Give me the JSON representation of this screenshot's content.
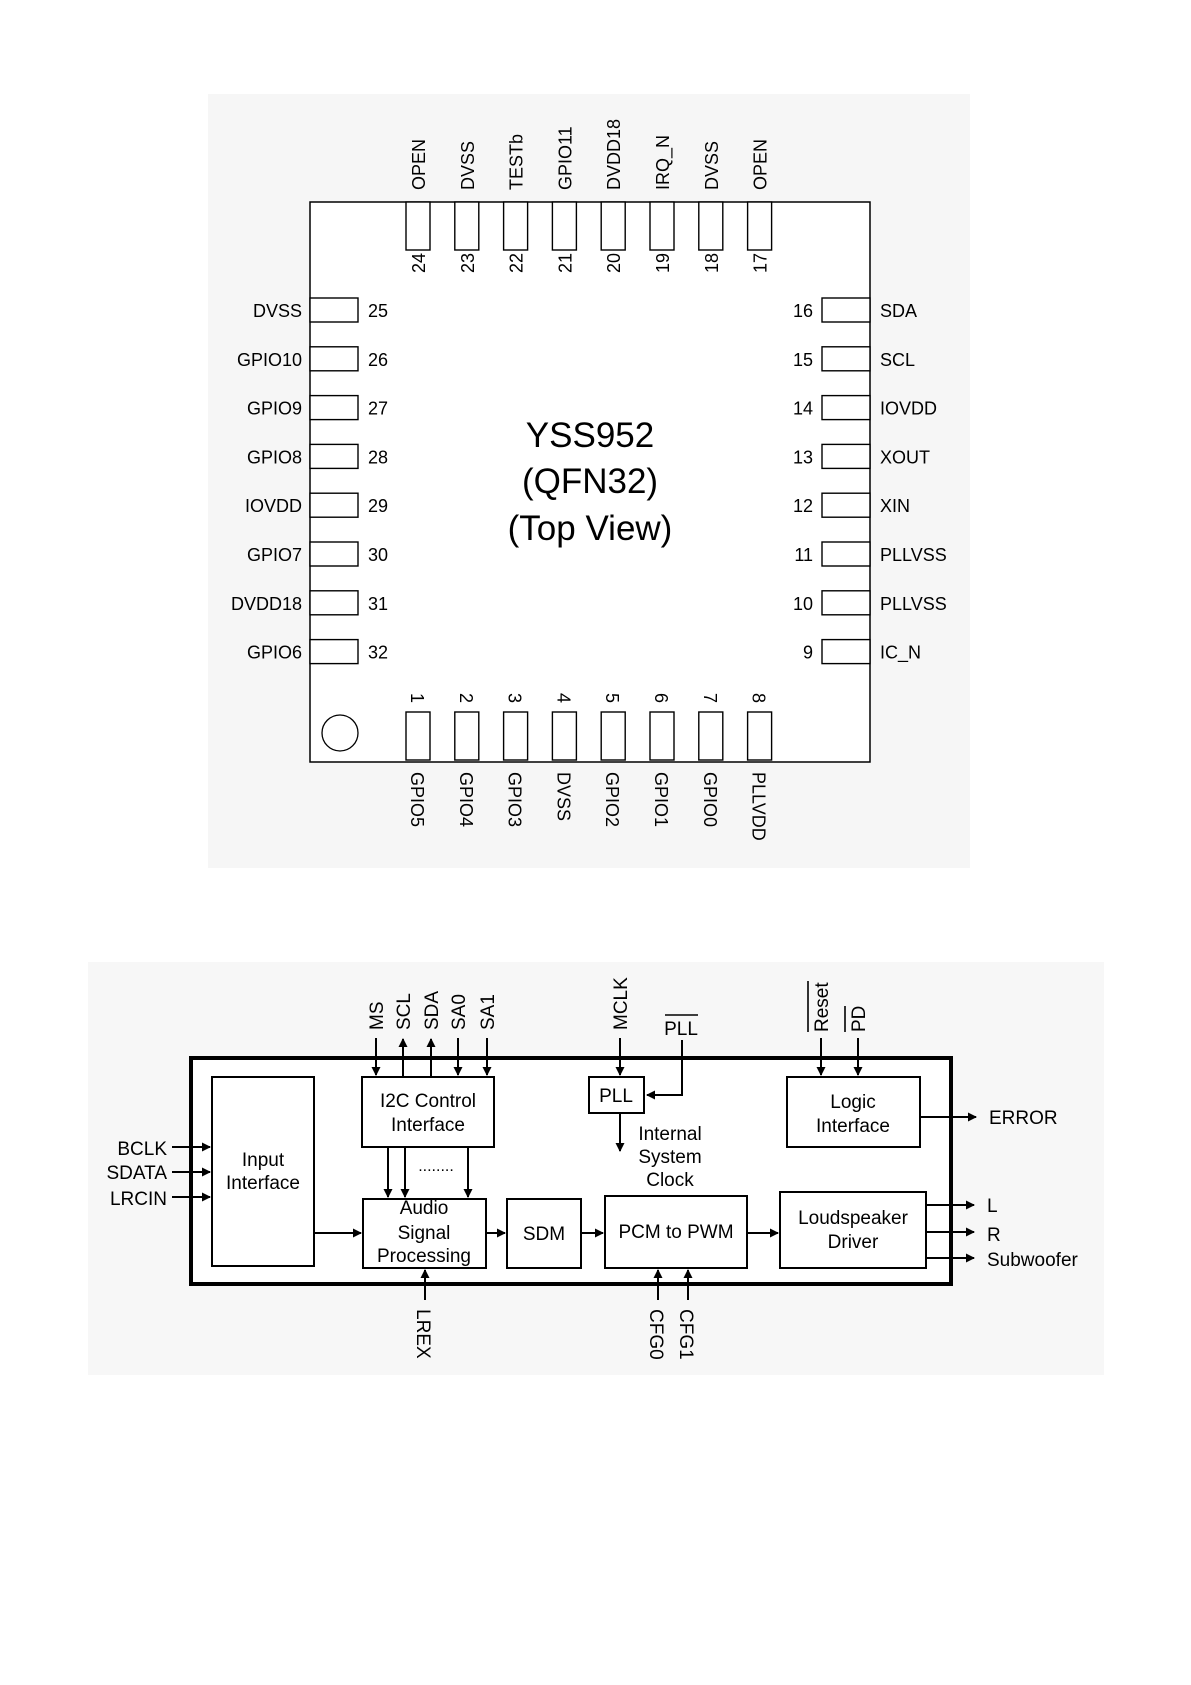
{
  "pinout": {
    "chip_name": "YSS952",
    "package": "(QFN32)",
    "view": "(Top View)",
    "top_pins": [
      {
        "num": "24",
        "name": "OPEN"
      },
      {
        "num": "23",
        "name": "DVSS"
      },
      {
        "num": "22",
        "name": "TESTb"
      },
      {
        "num": "21",
        "name": "GPIO11"
      },
      {
        "num": "20",
        "name": "DVDD18"
      },
      {
        "num": "19",
        "name": "IRQ_N"
      },
      {
        "num": "18",
        "name": "DVSS"
      },
      {
        "num": "17",
        "name": "OPEN"
      }
    ],
    "left_pins": [
      {
        "num": "25",
        "name": "DVSS"
      },
      {
        "num": "26",
        "name": "GPIO10"
      },
      {
        "num": "27",
        "name": "GPIO9"
      },
      {
        "num": "28",
        "name": "GPIO8"
      },
      {
        "num": "29",
        "name": "IOVDD"
      },
      {
        "num": "30",
        "name": "GPIO7"
      },
      {
        "num": "31",
        "name": "DVDD18"
      },
      {
        "num": "32",
        "name": "GPIO6"
      }
    ],
    "right_pins": [
      {
        "num": "16",
        "name": "SDA"
      },
      {
        "num": "15",
        "name": "SCL"
      },
      {
        "num": "14",
        "name": "IOVDD"
      },
      {
        "num": "13",
        "name": "XOUT"
      },
      {
        "num": "12",
        "name": "XIN"
      },
      {
        "num": "11",
        "name": "PLLVSS"
      },
      {
        "num": "10",
        "name": "PLLVSS"
      },
      {
        "num": "9",
        "name": "IC_N"
      }
    ],
    "bottom_pins": [
      {
        "num": "1",
        "name": "GPIO5"
      },
      {
        "num": "2",
        "name": "GPIO4"
      },
      {
        "num": "3",
        "name": "GPIO3"
      },
      {
        "num": "4",
        "name": "DVSS"
      },
      {
        "num": "5",
        "name": "GPIO2"
      },
      {
        "num": "6",
        "name": "GPIO1"
      },
      {
        "num": "7",
        "name": "GPIO0"
      },
      {
        "num": "8",
        "name": "PLLVDD"
      }
    ]
  },
  "block_diagram": {
    "blocks": {
      "input_interface": [
        "Input",
        "Interface"
      ],
      "i2c_control": [
        "I2C Control",
        "Interface"
      ],
      "pll": [
        "PLL"
      ],
      "logic_interface": [
        "Logic",
        "Interface"
      ],
      "audio_signal_processing": [
        "Audio",
        "Signal",
        "Processing"
      ],
      "sdm": [
        "SDM"
      ],
      "pcm_to_pwm": [
        "PCM to PWM"
      ],
      "loudspeaker_driver": [
        "Loudspeaker",
        "Driver"
      ]
    },
    "left_inputs": [
      "BCLK",
      "SDATA",
      "LRCIN"
    ],
    "top_i2c_signals": [
      "MS",
      "SCL",
      "SDA",
      "SA0",
      "SA1"
    ],
    "mclk": "MCLK",
    "pll_n": "PLL",
    "reset_n": "Reset",
    "pd_n": "PD",
    "internal_clock": [
      "Internal",
      "System",
      "Clock"
    ],
    "dots": "........",
    "error_output": "ERROR",
    "right_outputs": [
      "L",
      "R",
      "Subwoofer"
    ],
    "bottom_lrex": "LREX",
    "bottom_cfg": [
      "CFG0",
      "CFG1"
    ]
  }
}
